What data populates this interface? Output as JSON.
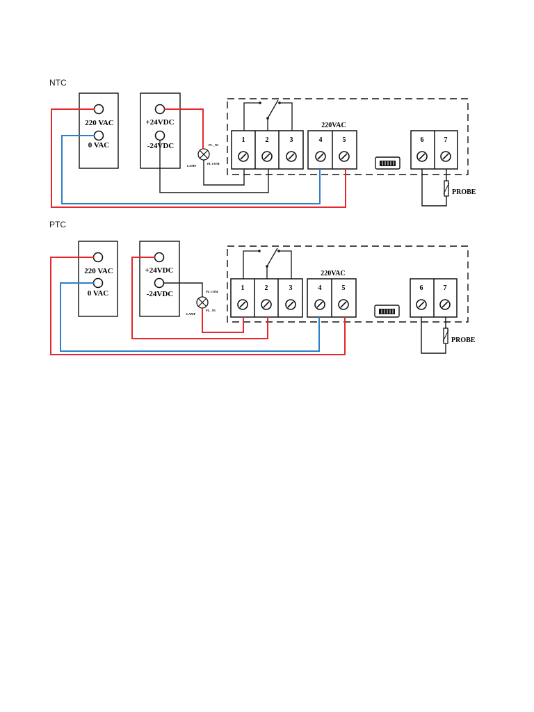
{
  "diagrams": [
    {
      "label": "NTC",
      "supply_ac": {
        "top": "220 VAC",
        "bottom": "0 VAC"
      },
      "supply_dc": {
        "top": "+24VDC",
        "bottom": "-24VDC"
      },
      "lamp": {
        "name": "LAMP",
        "pin_a": "PL _NI",
        "pin_b": "PL COM"
      },
      "controller": {
        "supply_label": "220VAC",
        "terminals": [
          "1",
          "2",
          "3",
          "4",
          "5",
          "6",
          "7"
        ],
        "probe_label": "PROBE"
      }
    },
    {
      "label": "PTC",
      "supply_ac": {
        "top": "220 VAC",
        "bottom": "0 VAC"
      },
      "supply_dc": {
        "top": "+24VDC",
        "bottom": "-24VDC"
      },
      "lamp": {
        "name": "LAMP",
        "pin_a": "PL COM",
        "pin_b": "PL _NI"
      },
      "controller": {
        "supply_label": "220VAC",
        "terminals": [
          "1",
          "2",
          "3",
          "4",
          "5",
          "6",
          "7"
        ],
        "probe_label": "PROBE"
      }
    }
  ],
  "colors": {
    "live": "#e8262b",
    "neutral": "#2f7fc8",
    "wire": "#1a1a1a"
  }
}
